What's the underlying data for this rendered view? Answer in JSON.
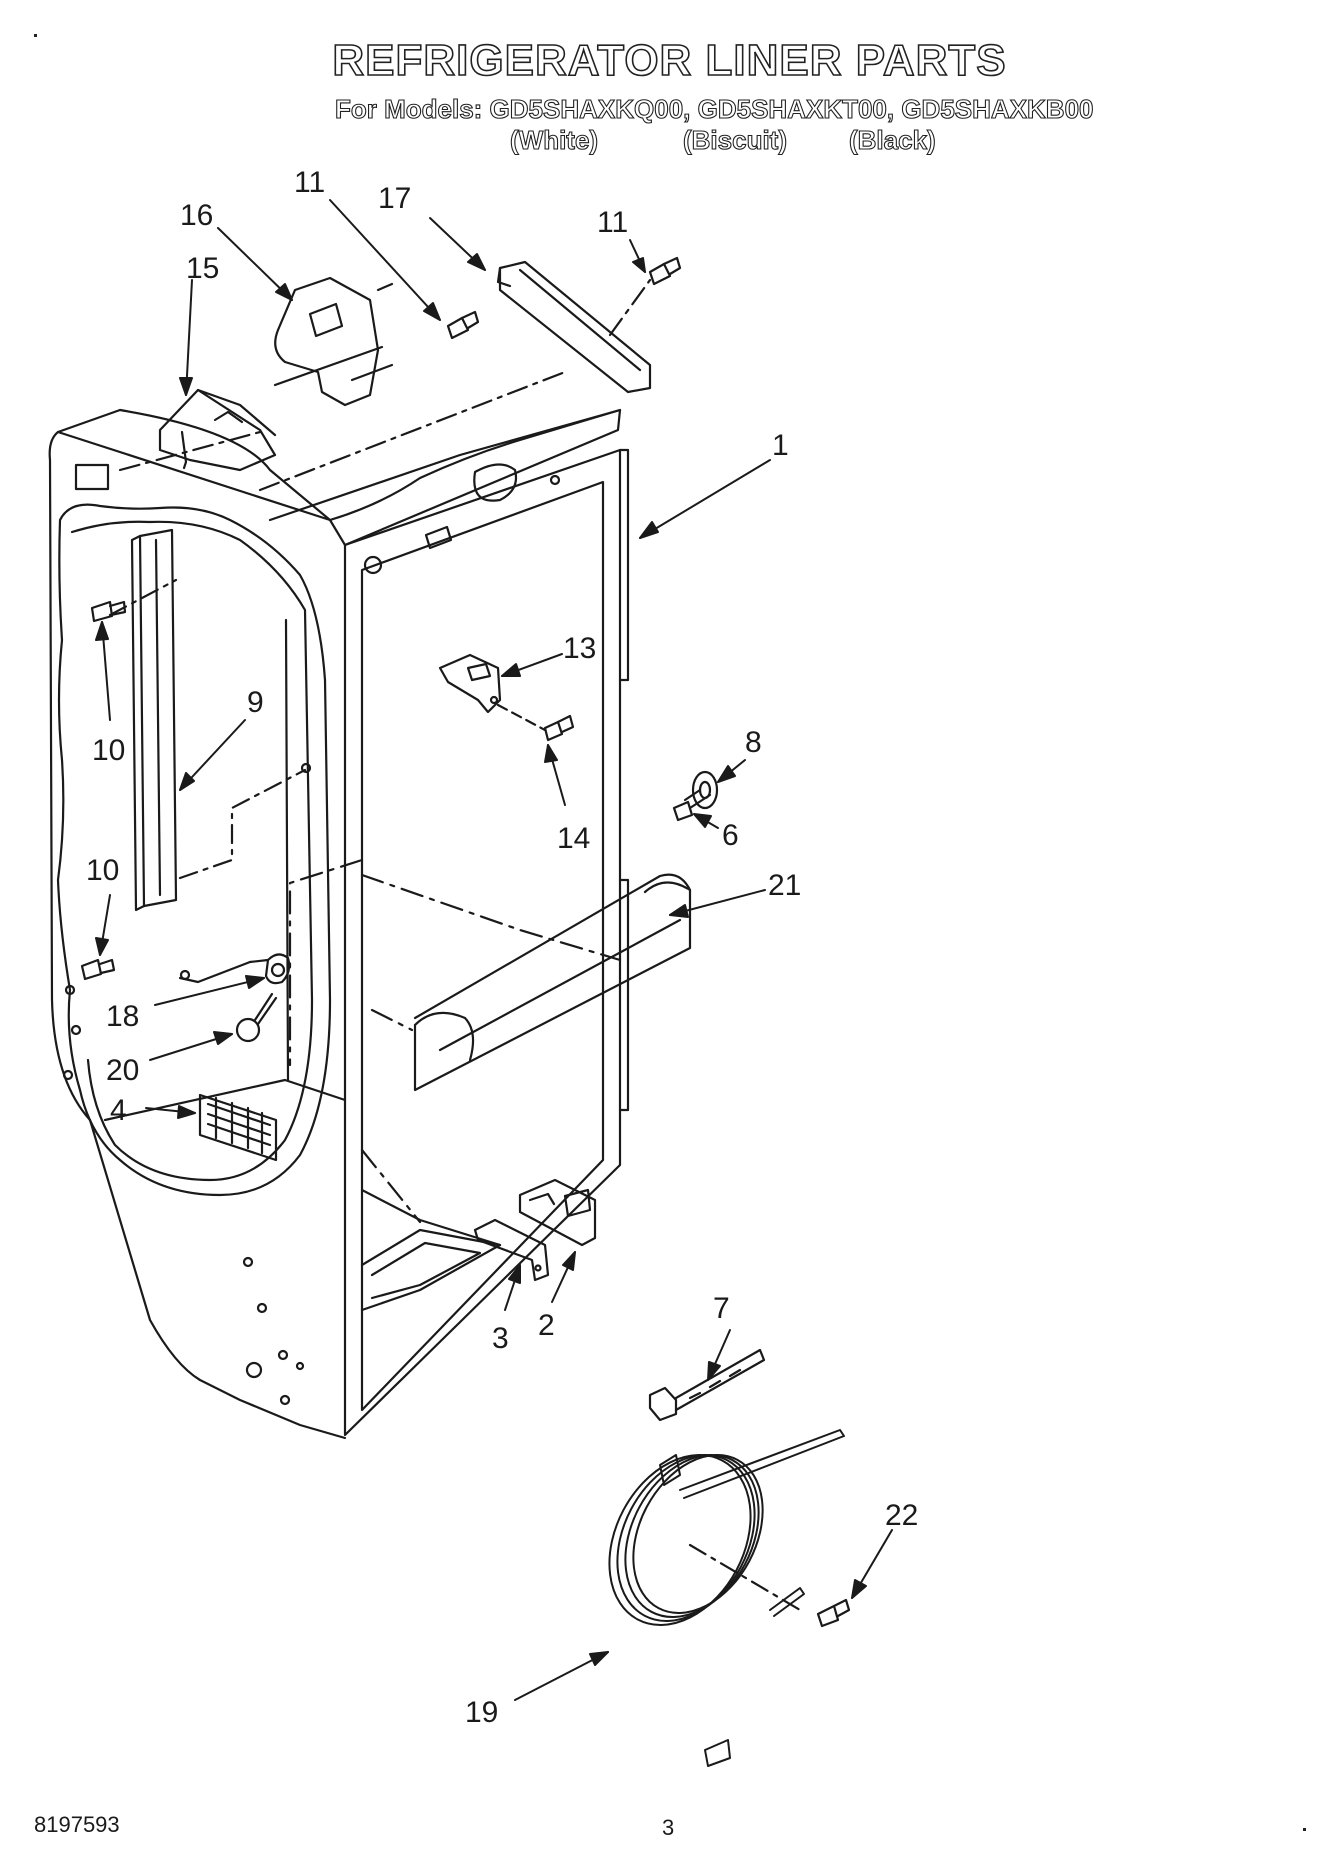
{
  "header": {
    "title": "REFRIGERATOR LINER PARTS",
    "models_line": "For Models: GD5SHAXKQ00, GD5SHAXKT00, GD5SHAXKB00",
    "variants": [
      "(White)",
      "(Biscuit)",
      "(Black)"
    ]
  },
  "callouts": {
    "c1": "1",
    "c2": "2",
    "c3": "3",
    "c4": "4",
    "c6": "6",
    "c7": "7",
    "c8": "8",
    "c9": "9",
    "c10a": "10",
    "c10b": "10",
    "c11a": "11",
    "c11b": "11",
    "c13": "13",
    "c14": "14",
    "c15": "15",
    "c16": "16",
    "c17": "17",
    "c18": "18",
    "c19": "19",
    "c20": "20",
    "c21": "21",
    "c22": "22"
  },
  "footer": {
    "doc_number": "8197593",
    "page_number": "3"
  }
}
